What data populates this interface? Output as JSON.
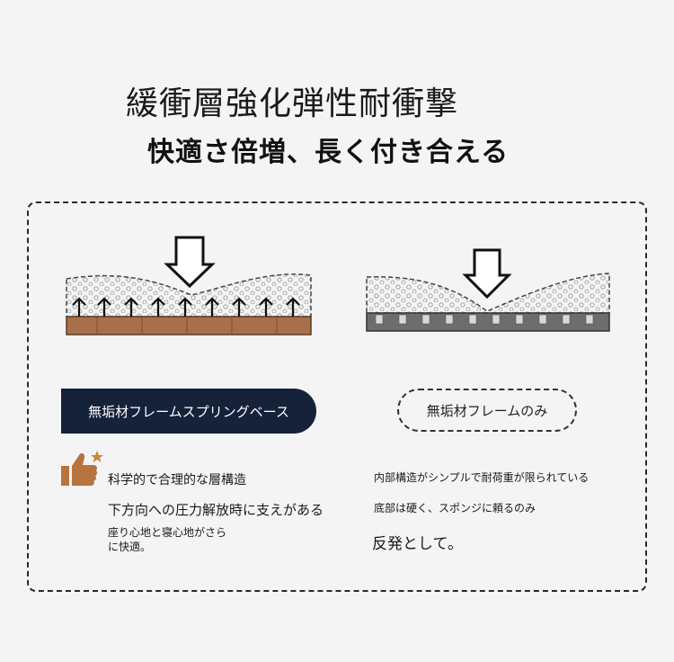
{
  "header": {
    "title": "緩衝層強化弾性耐衝撃",
    "subtitle": "快適さ倍増、長く付き合える"
  },
  "left": {
    "label": "無垢材フレームスプリングベース",
    "lines": [
      "科学的で合理的な層構造",
      "下方向への圧力解放時に支えがある",
      "座り心地と寝心地がさらに快適。"
    ]
  },
  "right": {
    "label": "無垢材フレームのみ",
    "lines": [
      "内部構造がシンプルで耐荷重が限られている",
      "底部は硬く、スポンジに頼るのみ",
      "反発として。"
    ]
  },
  "colors": {
    "wood": "#a86f4b",
    "steel": "#6d6d6d",
    "pill_dark": "#16213a",
    "thumb": "#b8743f"
  },
  "icons": [
    "down-arrow-icon",
    "up-arrow-icon",
    "thumbs-up-icon",
    "star-icon"
  ]
}
